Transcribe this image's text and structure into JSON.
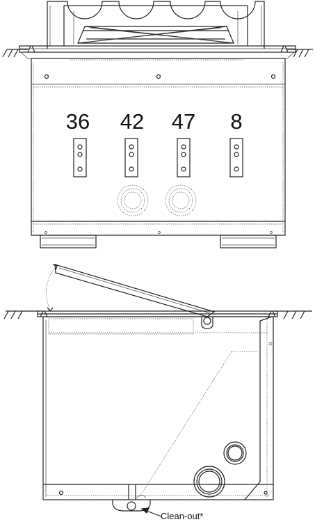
{
  "front_view": {
    "port_labels": [
      "36",
      "42",
      "47",
      "8"
    ]
  },
  "side_view": {
    "callout": "Clean-out*"
  }
}
